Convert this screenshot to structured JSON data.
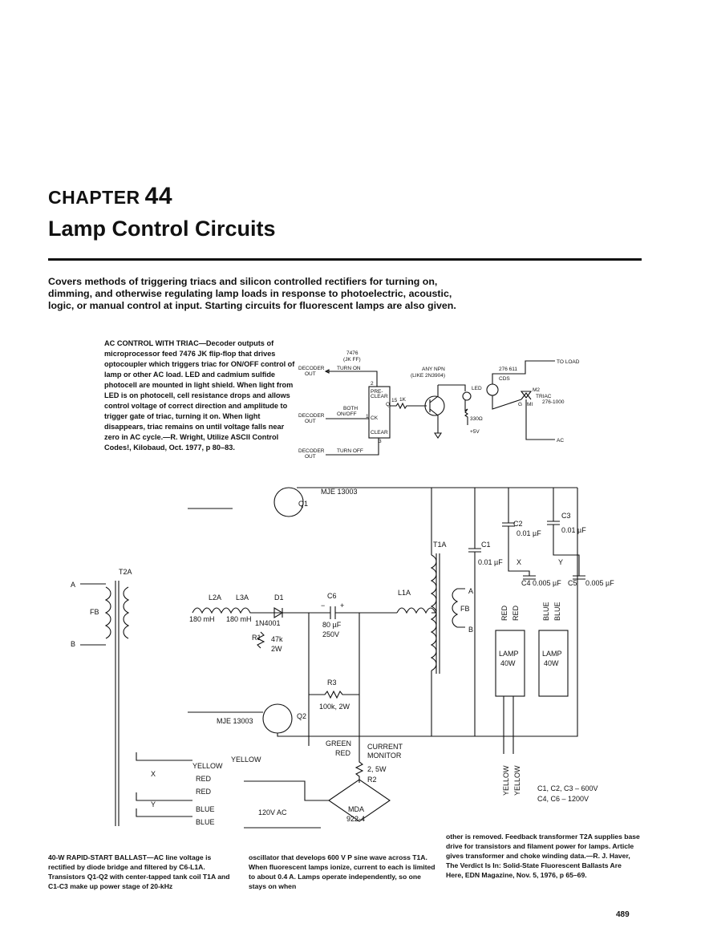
{
  "chapter": {
    "label": "CHAPTER",
    "number": "44",
    "title": "Lamp Control Circuits"
  },
  "intro": "Covers methods of triggering triacs and silicon controlled rectifiers for turning on, dimming, and otherwise regulating lamp loads in response to photoelectric, acoustic, logic, or manual control at input. Starting circuits for fluorescent lamps are also given.",
  "triac_section": {
    "caption": "AC CONTROL WITH TRIAC—Decoder outputs of microprocessor feed 7476 JK flip-flop that drives optocoupler which triggers triac for ON/OFF control of lamp or other AC load. LED and cadmium sulfide photocell are mounted in light shield. When light from LED is on photocell, cell resistance drops and allows control voltage of correct direction and amplitude to trigger gate of triac, turning it on. When light disappears, triac remains on until voltage falls near zero in AC cycle.—R. Wright, Utilize ASCII Control Codes!, Kilobaud, Oct. 1977, p 80–83.",
    "diagram": {
      "ic": "7476",
      "ic_type": "(JK FF)",
      "decoder_on": "DECODER",
      "decoder_on_sub": "OUT",
      "turn_on": "TURN ON",
      "both": "BOTH",
      "on_off": "ON/OFF",
      "decoder_both": "DECODER",
      "decoder_both_sub": "OUT",
      "decoder_off": "DECODER",
      "decoder_off_sub": "OUT",
      "turn_off": "TURN OFF",
      "pin_2": "2",
      "preclear": "PRE-",
      "preclear2": "CLEAR",
      "pin_15": "15",
      "q": "Q",
      "ck": "CK",
      "clear": "CLEAR",
      "pin_3": "3",
      "pin_1": "1",
      "resistor_1k": "1K",
      "npn": "ANY NPN",
      "npn_sub": "(LIKE 2N3904)",
      "led": "LED",
      "cds": "CDS",
      "r330": "330Ω",
      "v5": "+5V",
      "part_276611": "276 611",
      "to_load": "TO LOAD",
      "m2": "M2",
      "triac": "TRIAC",
      "triac_part": "276-1000",
      "g": "G",
      "mi": "MI",
      "ac": "AC"
    }
  },
  "ballast_section": {
    "caption_col1": "40-W RAPID-START BALLAST—AC line voltage is rectified by diode bridge and filtered by C6-L1A. Transistors Q1-Q2 with center-tapped tank coil T1A and C1-C3 make up power stage of 20-kHz",
    "caption_col2": "oscillator that develops 600 V P sine wave across T1A. When fluorescent lamps ionize, current to each is limited to about 0.4 A. Lamps operate independently, so one stays on when",
    "caption_col3": "other is removed. Feedback transformer T2A supplies base drive for transistors and filament power for lamps. Article gives transformer and choke winding data.—R. J. Haver, The Verdict Is In: Solid-State Fluorescent Ballasts Are Here, EDN Magazine, Nov. 5, 1976, p 65–69.",
    "diagram": {
      "mje_top": "MJE 13003",
      "q1": "Q1",
      "mje_bottom": "MJE 13003",
      "q2": "Q2",
      "t2a": "T2A",
      "a": "A",
      "b": "B",
      "fb": "FB",
      "l2a": "L2A",
      "l3a": "L3A",
      "d1": "D1",
      "l2a_val": "180 mH",
      "l3a_val": "180 mH",
      "diode": "1N4001",
      "r1": "R1",
      "r1_val": "47k",
      "r1_w": "2W",
      "c6": "C6",
      "c6_minus": "−",
      "c6_plus": "+",
      "c6_val": "80 µF",
      "c6_v": "250V",
      "l1a": "L1A",
      "r3": "R3",
      "r3_val": "100k, 2W",
      "t1a": "T1A",
      "c1": "C1",
      "c1_val": "0.01 µF",
      "c2": "C2",
      "c2_val": "0.01 µF",
      "c3": "C3",
      "c3_val": "0.01 µF",
      "x": "X",
      "y": "Y",
      "c4": "C4",
      "c4_val": "0.005 µF",
      "c5": "C5",
      "c5_val": "0.005 µF",
      "fb_a": "A",
      "fb_fb": "FB",
      "fb_b": "B",
      "red1": "RED",
      "red2": "RED",
      "blue1": "BLUE",
      "blue2": "BLUE",
      "lamp1": "LAMP",
      "lamp1_w": "40W",
      "lamp2": "LAMP",
      "lamp2_w": "40W",
      "yellow1": "YELLOW",
      "yellow2": "YELLOW",
      "caps_600": "C1, C2, C3 – 600V",
      "caps_1200": "C4, C6 – 1200V",
      "green": "GREEN",
      "current": "CURRENT",
      "red_mon": "RED",
      "monitor": "MONITOR",
      "r2_val": "2, 5W",
      "r2": "R2",
      "yellow_l": "YELLOW",
      "yellow_r": "YELLOW",
      "x_l": "X",
      "red_a": "RED",
      "red_b": "RED",
      "y_l": "Y",
      "blue_a": "BLUE",
      "blue_b": "BLUE",
      "ac120": "120V AC",
      "mda": "MDA",
      "mda_num": "922-4"
    }
  },
  "page_number": "489"
}
